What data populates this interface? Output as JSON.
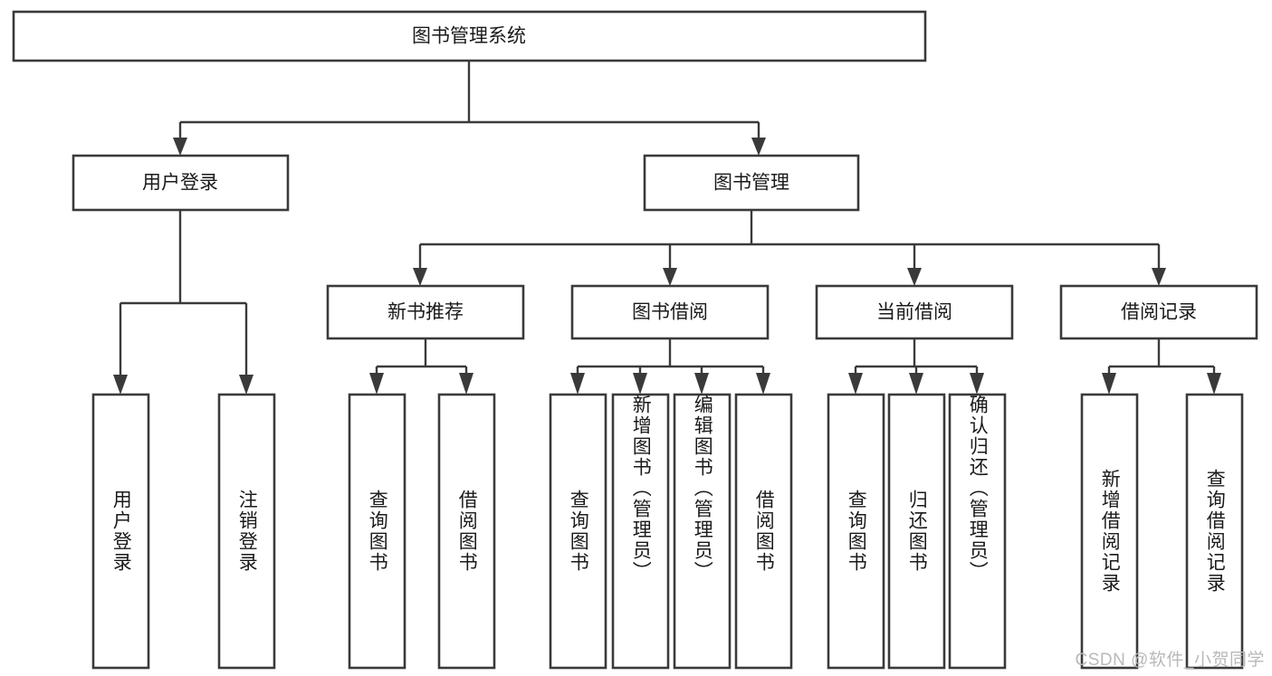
{
  "diagram": {
    "type": "tree-flowchart",
    "title": "图书管理系统",
    "watermark": "CSDN @软件_小贺同学",
    "colors": {
      "box_fill": "#ffffff",
      "box_stroke": "#3a3a3a",
      "text": "#1a1a1a",
      "watermark": "#b9b9b9",
      "background": "#ffffff"
    },
    "root": {
      "label": "图书管理系统"
    },
    "level2": [
      {
        "label": "用户登录"
      },
      {
        "label": "图书管理"
      }
    ],
    "level3": [
      {
        "label": "新书推荐"
      },
      {
        "label": "图书借阅"
      },
      {
        "label": "当前借阅"
      },
      {
        "label": "借阅记录"
      }
    ],
    "leaves": {
      "user_login": [
        {
          "label": "用户登录"
        },
        {
          "label": "注销登录"
        }
      ],
      "new_book_recommend": [
        {
          "label": "查询图书"
        },
        {
          "label": "借阅图书"
        }
      ],
      "book_borrow": [
        {
          "label": "查询图书"
        },
        {
          "label": "新增图书（管理员）"
        },
        {
          "label": "编辑图书（管理员）"
        },
        {
          "label": "借阅图书"
        }
      ],
      "current_borrow": [
        {
          "label": "查询图书"
        },
        {
          "label": "归还图书"
        },
        {
          "label": "确认归还（管理员）"
        }
      ],
      "borrow_record": [
        {
          "label": "新增借阅记录"
        },
        {
          "label": "查询借阅记录"
        }
      ]
    }
  }
}
